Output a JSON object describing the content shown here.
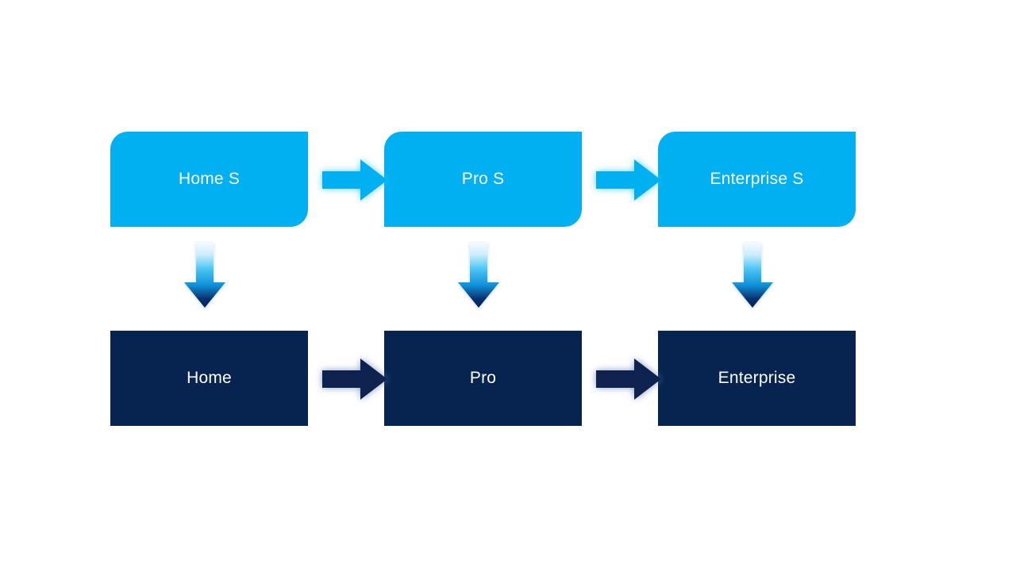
{
  "diagram": {
    "title": "Product tier progression diagram",
    "background_color": "#ffffff",
    "palette": {
      "light_blue": "#00b0f0",
      "dark_navy": "#07234f",
      "text_on_fill": "#ffffff",
      "gradient_top": "#eaf7ff",
      "gradient_bottom": "#052a63"
    },
    "top_row": {
      "fill_color": "#00b0f0",
      "boxes": [
        {
          "id": "home-s",
          "label": "Home S"
        },
        {
          "id": "pro-s",
          "label": "Pro S"
        },
        {
          "id": "enterprise-s",
          "label": "Enterprise S"
        }
      ]
    },
    "bottom_row": {
      "fill_color": "#07234f",
      "boxes": [
        {
          "id": "home",
          "label": "Home"
        },
        {
          "id": "pro",
          "label": "Pro"
        },
        {
          "id": "enterprise",
          "label": "Enterprise"
        }
      ]
    },
    "connectors": {
      "horizontal_top": [
        {
          "id": "home-s-to-pro-s",
          "icon": "arrow-right-icon",
          "color": "#00b0f0"
        },
        {
          "id": "pro-s-to-enterprise-s",
          "icon": "arrow-right-icon",
          "color": "#00b0f0"
        }
      ],
      "horizontal_bottom": [
        {
          "id": "home-to-pro",
          "icon": "arrow-right-icon",
          "color": "#07234f"
        },
        {
          "id": "pro-to-enterprise",
          "icon": "arrow-right-icon",
          "color": "#07234f"
        }
      ],
      "vertical": [
        {
          "id": "home-s-to-home",
          "icon": "arrow-down-icon",
          "gradient": "light-to-navy"
        },
        {
          "id": "pro-s-to-pro",
          "icon": "arrow-down-icon",
          "gradient": "light-to-navy"
        },
        {
          "id": "enterprise-s-to-enterprise",
          "icon": "arrow-down-icon",
          "gradient": "light-to-navy"
        }
      ]
    }
  }
}
